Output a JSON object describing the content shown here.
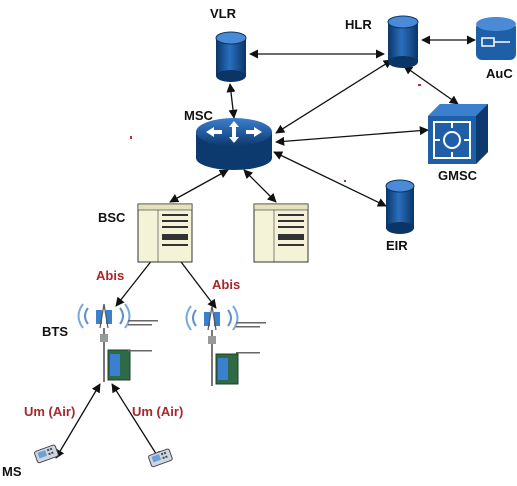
{
  "labels": {
    "vlr": "VLR",
    "hlr": "HLR",
    "auc": "AuC",
    "msc": "MSC",
    "gmsc": "GMSC",
    "eir": "EIR",
    "bsc": "BSC",
    "bts": "BTS",
    "ms": "MS",
    "abis_1": "Abis",
    "abis_2": "Abis",
    "um_1": "Um (Air)",
    "um_2": "Um (Air)"
  },
  "colors": {
    "node_blue": "#1f5fa8",
    "node_blue_dark": "#0d3a6e",
    "link": "#111111",
    "interface_label": "#a8262c"
  },
  "icons": {
    "vlr": "database-cylinder-icon",
    "hlr": "database-cylinder-icon",
    "eir": "database-cylinder-icon",
    "auc": "auc-cylinder-icon",
    "msc": "router-icon",
    "gmsc": "gateway-switch-icon",
    "bsc": "controller-cabinet-icon",
    "bts": "cell-tower-icon",
    "ms": "mobile-phone-icon"
  }
}
